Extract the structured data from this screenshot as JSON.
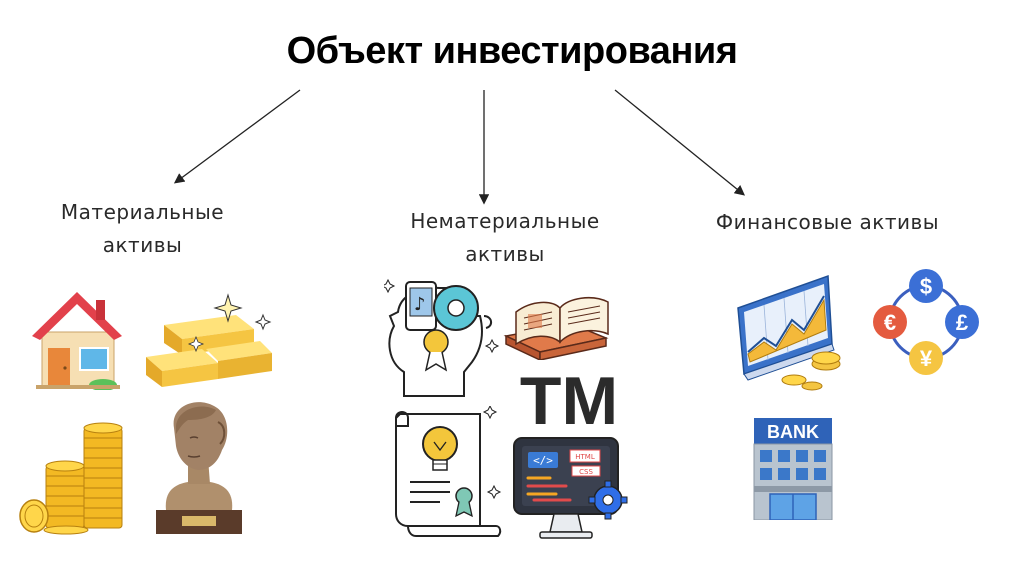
{
  "title": "Объект инвестирования",
  "categories": [
    {
      "label": "Материальные\nактивы",
      "icons": [
        "house-icon",
        "gold-bars-icon",
        "coin-stacks-icon",
        "sculpture-bust-icon"
      ]
    },
    {
      "label": "Нематериальные\nактивы",
      "icons": [
        "intellectual-property-head-icon",
        "books-icon",
        "trademark-icon",
        "patent-certificate-icon",
        "code-software-icon"
      ],
      "tm_text": "TM",
      "code_tags": [
        "</>",
        "HTML",
        "CSS"
      ]
    },
    {
      "label": "Финансовые активы",
      "icons": [
        "stock-chart-monitor-icon",
        "currency-exchange-icon",
        "bank-building-icon"
      ],
      "currency_symbols": [
        "$",
        "£",
        "¥",
        "€"
      ],
      "bank_sign": "BANK"
    }
  ]
}
